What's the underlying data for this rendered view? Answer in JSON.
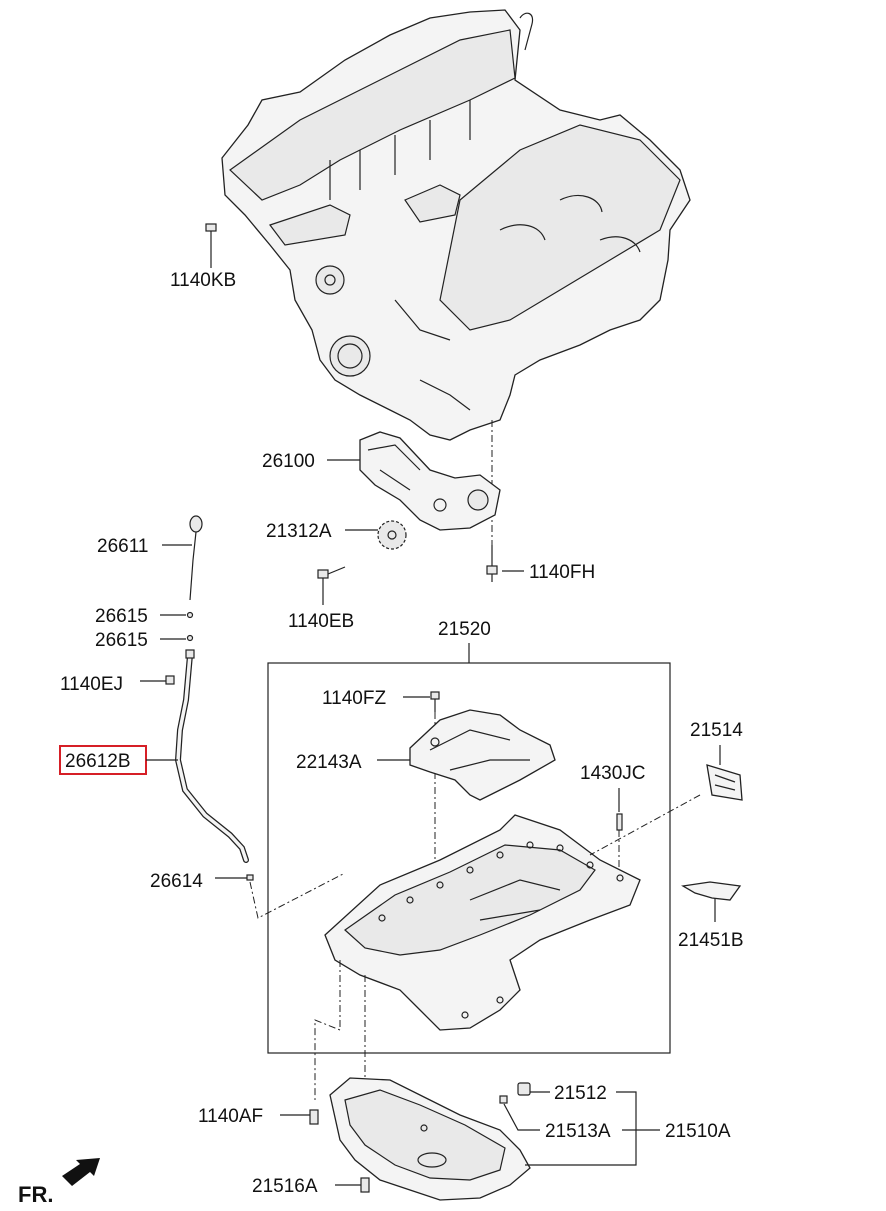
{
  "diagram": {
    "highlight_color": "#d61f26",
    "direction_label": "FR.",
    "parts": {
      "p1140KB": "1140KB",
      "p26100": "26100",
      "p21312A": "21312A",
      "p1140FH": "1140FH",
      "p1140EB": "1140EB",
      "p26611": "26611",
      "p26615a": "26615",
      "p26615b": "26615",
      "p1140EJ": "1140EJ",
      "p26612B": "26612B",
      "p26614": "26614",
      "p21520": "21520",
      "p1140FZ": "1140FZ",
      "p22143A": "22143A",
      "p21514": "21514",
      "p1430JC": "1430JC",
      "p21451B": "21451B",
      "p1140AF": "1140AF",
      "p21512": "21512",
      "p21513A": "21513A",
      "p21510A": "21510A",
      "p21516A": "21516A"
    }
  }
}
